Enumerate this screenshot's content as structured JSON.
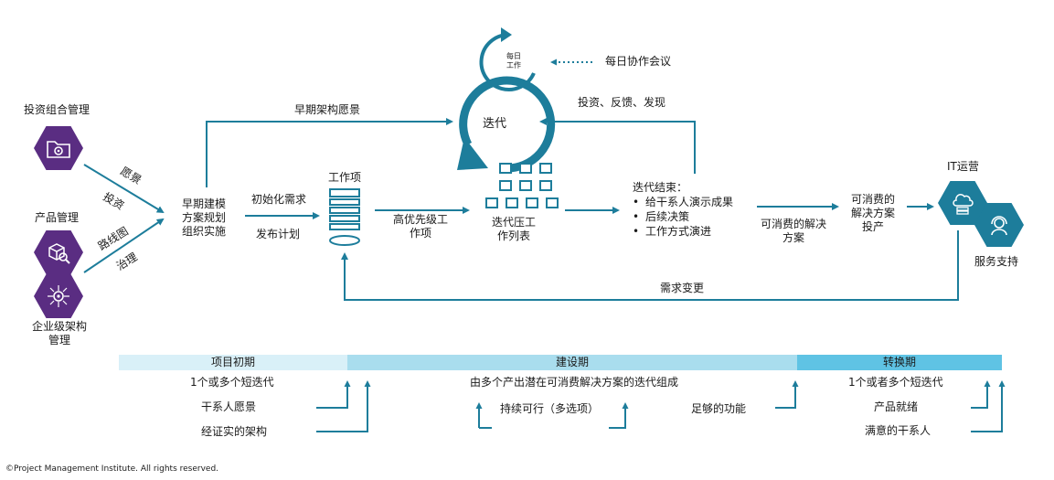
{
  "colors": {
    "primary": "#1d7d9b",
    "purple": "#5a2d82",
    "phase_light": "#d9f0f8",
    "phase_mid": "#a9ddee",
    "phase_dark": "#5fc3e4"
  },
  "left": {
    "portfolio": "投资组合管理",
    "product": "产品管理",
    "enterprise_arch": [
      "企业级架构",
      "管理"
    ],
    "edge_labels": {
      "vision": "愿景",
      "investment": "投资",
      "roadmap": "路线图",
      "governance": "治理"
    }
  },
  "planning": {
    "lines": [
      "早期建模",
      "方案规划",
      "组织实施"
    ]
  },
  "early_arch_vision": "早期架构愿景",
  "init_req": "初始化需求",
  "release_plan": "发布计划",
  "work_items": "工作项",
  "high_priority": [
    "高优先级工",
    "作项"
  ],
  "daily": {
    "bubble": [
      "每日",
      "工作"
    ],
    "meeting": "每日协作会议"
  },
  "iteration": "迭代",
  "feedback": "投资、反馈、发现",
  "backlog": [
    "迭代压工",
    "作列表"
  ],
  "iteration_end": {
    "title": "迭代结束：",
    "bullets": [
      "给干系人演示成果",
      "后续决策",
      "工作方式演进"
    ]
  },
  "consumable_solution": [
    "可消费的解决",
    "方案"
  ],
  "consumable_invest": [
    "可消费的",
    "解决方案",
    "投产"
  ],
  "it_ops": "IT运营",
  "service_support": "服务支持",
  "change_req": "需求变更",
  "phases": {
    "inception": {
      "label": "项目初期",
      "items": [
        "1个或多个短迭代",
        "干系人愿景",
        "经证实的架构"
      ]
    },
    "construction": {
      "label": "建设期",
      "items": [
        "由多个产出潜在可消费解决方案的迭代组成",
        "持续可行（多选项）",
        "足够的功能"
      ]
    },
    "transition": {
      "label": "转换期",
      "items": [
        "1个或者多个短迭代",
        "产品就绪",
        "满意的干系人"
      ]
    }
  },
  "icons": [
    "folder-gear-icon",
    "box-magnifier-icon",
    "network-gear-icon",
    "cloud-server-icon",
    "headset-icon"
  ],
  "copyright": "©Project Management Institute. All rights reserved."
}
